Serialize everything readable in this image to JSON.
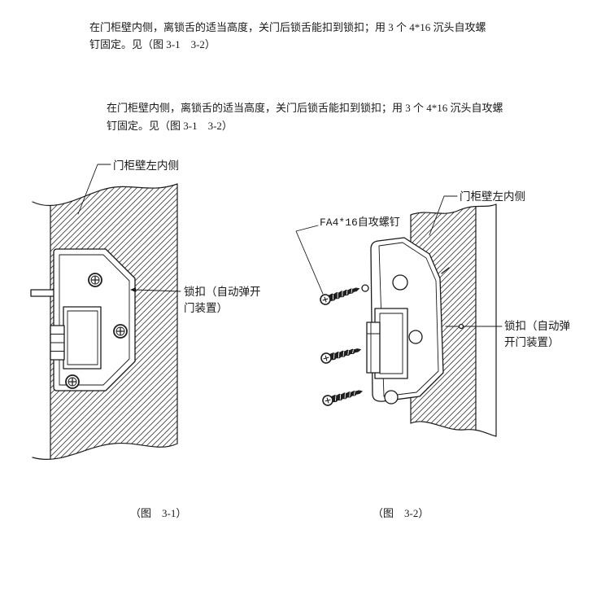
{
  "instructions": [
    {
      "lines": [
        "在门柜壁内侧，离锁舌的适当高度，关门后锁舌能扣到锁扣；用 3 个 4*16 沉头自攻螺",
        "钉固定。见（图 3-1　3-2）"
      ]
    },
    {
      "lines": [
        "在门柜壁内侧，离锁舌的适当高度，关门后锁舌能扣到锁扣；用 3 个 4*16 沉头自攻螺",
        "钉固定。见（图 3-1　3-2）"
      ]
    }
  ],
  "figure_3_1": {
    "wall_label": "门柜壁左内侧",
    "catch_label_lines": [
      "锁扣（自动弹开",
      "门装置）"
    ],
    "caption": "（图　3-1）"
  },
  "figure_3_2": {
    "screw_label": "FA4*16自攻螺钉",
    "wall_label": "门柜壁左内侧",
    "catch_label_lines": [
      "锁扣（自动弹",
      "开门装置）"
    ],
    "caption": "（图　3-2）"
  },
  "colors": {
    "ink": "#1a1a1a",
    "paper": "#ffffff"
  }
}
